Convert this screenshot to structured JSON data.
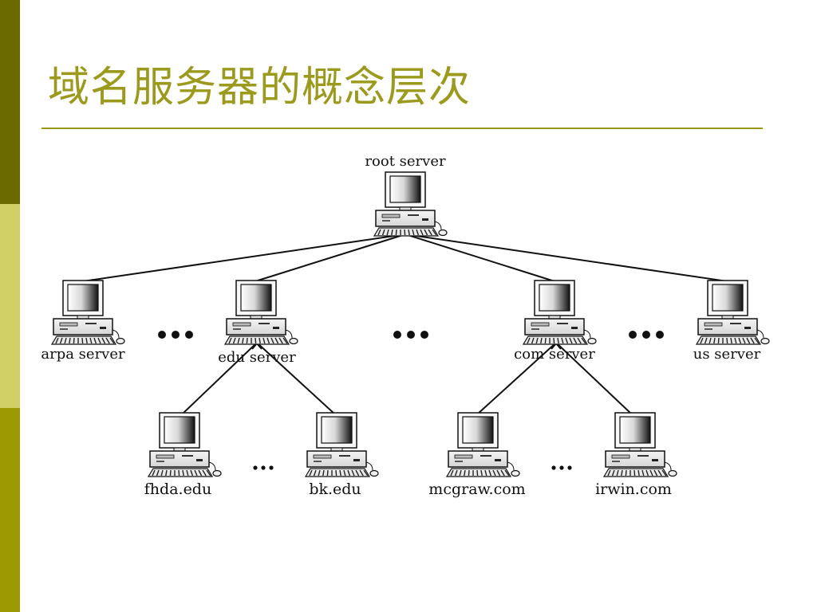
{
  "slide": {
    "title": "域名服务器的概念层次",
    "colors": {
      "title": "#9b9a1c",
      "rule": "#9b9a1c",
      "sidebar_top": "#6b6a00",
      "sidebar_middle": "#cfcf66",
      "sidebar_bottom": "#9b9a00"
    }
  },
  "diagram": {
    "icon": "desktop-computer-icon",
    "ellipsis_large": "●●●",
    "ellipsis_small": "•••",
    "nodes": {
      "root": {
        "label": "root server"
      },
      "arpa": {
        "label": "arpa server"
      },
      "edu": {
        "label": "edu server"
      },
      "com": {
        "label": "com server"
      },
      "us": {
        "label": "us server"
      },
      "fhda": {
        "label": "fhda.edu"
      },
      "bk": {
        "label": "bk.edu"
      },
      "mcgraw": {
        "label": "mcgraw.com"
      },
      "irwin": {
        "label": "irwin.com"
      }
    },
    "edges": [
      [
        "root",
        "arpa"
      ],
      [
        "root",
        "edu"
      ],
      [
        "root",
        "com"
      ],
      [
        "root",
        "us"
      ],
      [
        "edu",
        "fhda"
      ],
      [
        "edu",
        "bk"
      ],
      [
        "com",
        "mcgraw"
      ],
      [
        "com",
        "irwin"
      ]
    ]
  }
}
